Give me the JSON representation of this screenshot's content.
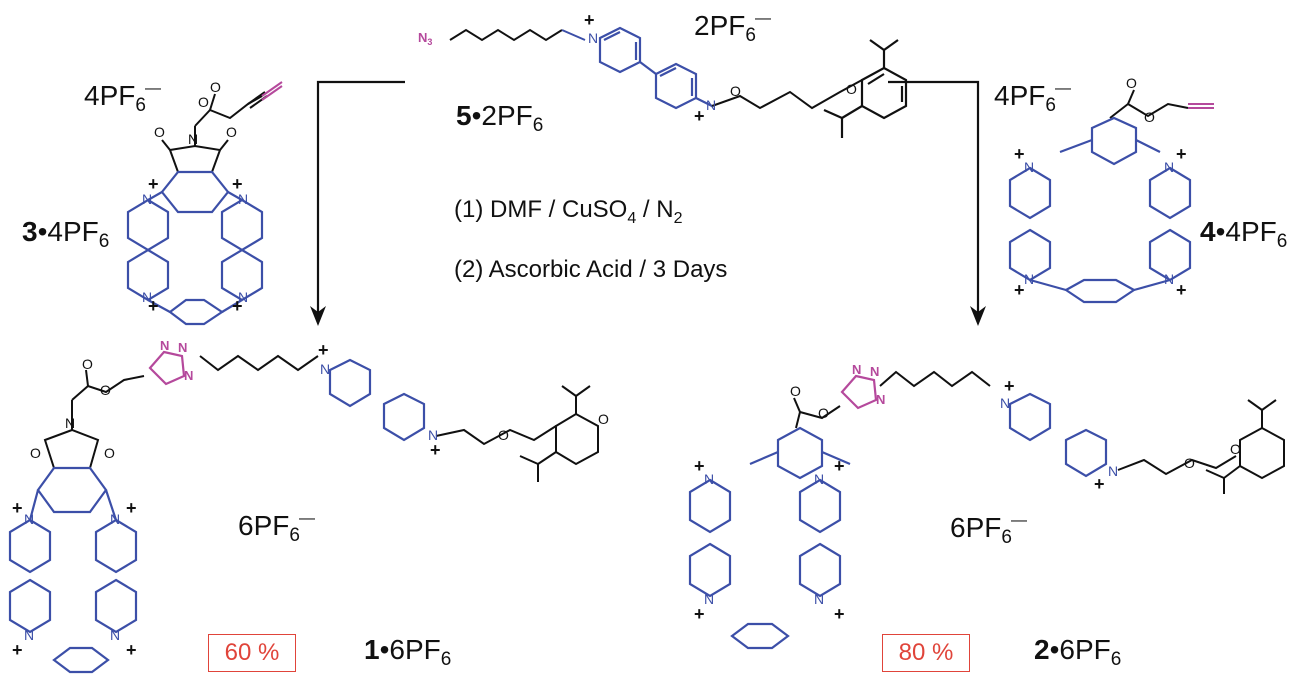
{
  "scheme": {
    "reagent": {
      "number": "5",
      "salt": "•2PF",
      "salt_sub": "6",
      "counterion": "2PF",
      "counterion_sub": "6"
    },
    "left_reactant": {
      "number": "3",
      "salt": "•4PF",
      "salt_sub": "6",
      "counterion": "4PF",
      "counterion_sub": "6"
    },
    "right_reactant": {
      "number": "4",
      "salt": "•4PF",
      "salt_sub": "6",
      "counterion": "4PF",
      "counterion_sub": "6"
    },
    "conditions": {
      "step1_a": "(1) DMF / CuSO",
      "step1_sub": "4",
      "step1_b": " / N",
      "step1_sub2": "2",
      "step2": "(2) Ascorbic Acid / 3 Days"
    },
    "left_product": {
      "number": "1",
      "salt": "•6PF",
      "salt_sub": "6",
      "counterion": "6PF",
      "counterion_sub": "6",
      "yield": "60 %"
    },
    "right_product": {
      "number": "2",
      "salt": "•6PF",
      "salt_sub": "6",
      "counterion": "6PF",
      "counterion_sub": "6",
      "yield": "80 %"
    },
    "azide_label": "N",
    "azide_sub": "3",
    "plus_sign": "+",
    "minus_sign": "—",
    "atoms": {
      "O": "O",
      "N": "N"
    }
  },
  "colors": {
    "structure": "#3c4fa8",
    "click": "#b5499c",
    "yield_box": "#e0443a",
    "text": "#111111"
  }
}
